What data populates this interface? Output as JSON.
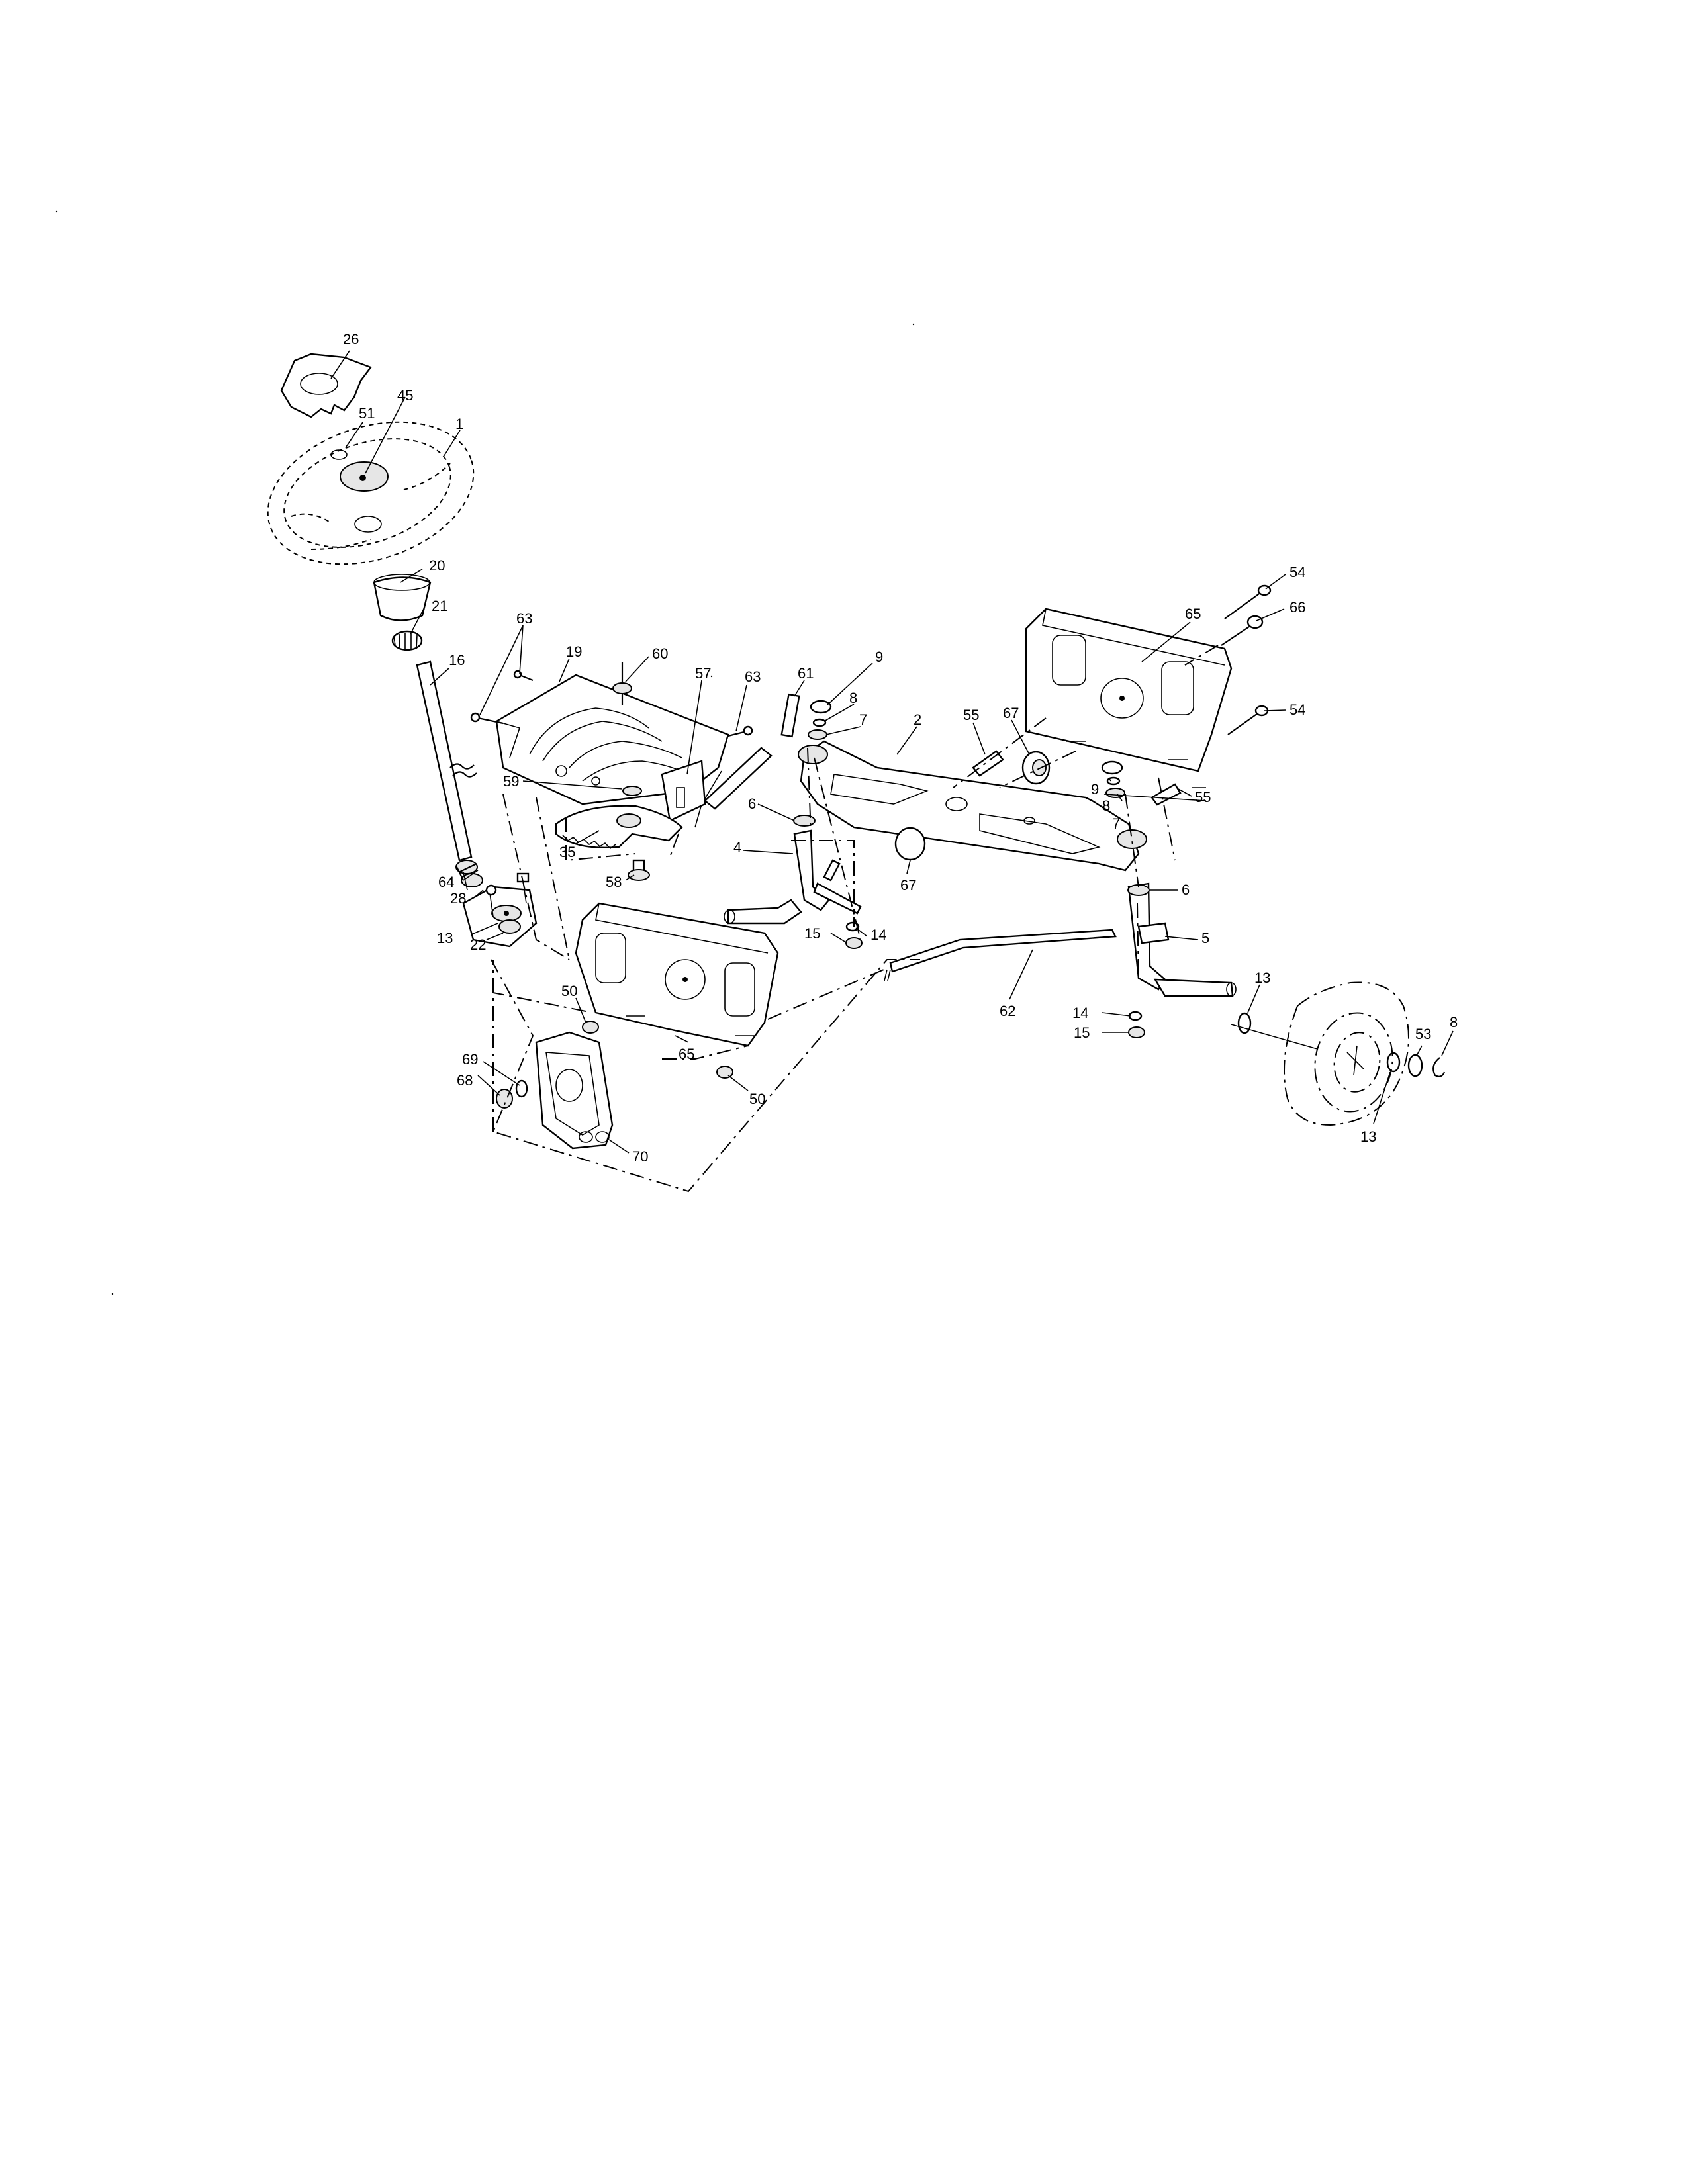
{
  "callouts": {
    "c1": "1",
    "c2": "2",
    "c4": "4",
    "c5": "5",
    "c6a": "6",
    "c6b": "6",
    "c7a": "7",
    "c7b": "7",
    "c8a": "8",
    "c8b": "8",
    "c8c": "8",
    "c9a": "9",
    "c9b": "9",
    "c13a": "13",
    "c13b": "13",
    "c13c": "13",
    "c14a": "14",
    "c14b": "14",
    "c15a": "15",
    "c15b": "15",
    "c16": "16",
    "c19": "19",
    "c20": "20",
    "c21": "21",
    "c22": "22",
    "c26": "26",
    "c28": "28",
    "c35": "35",
    "c45": "45",
    "c50a": "50",
    "c50b": "50",
    "c51": "51",
    "c53": "53",
    "c54a": "54",
    "c54b": "54",
    "c55a": "55",
    "c55b": "55",
    "c57": "57",
    "c58": "58",
    "c59": "59",
    "c60": "60",
    "c61": "61",
    "c62": "62",
    "c63a": "63",
    "c63b": "63",
    "c64": "64",
    "c65a": "65",
    "c65b": "65",
    "c66": "66",
    "c67a": "67",
    "c67b": "67",
    "c68": "68",
    "c69": "69",
    "c70": "70"
  }
}
